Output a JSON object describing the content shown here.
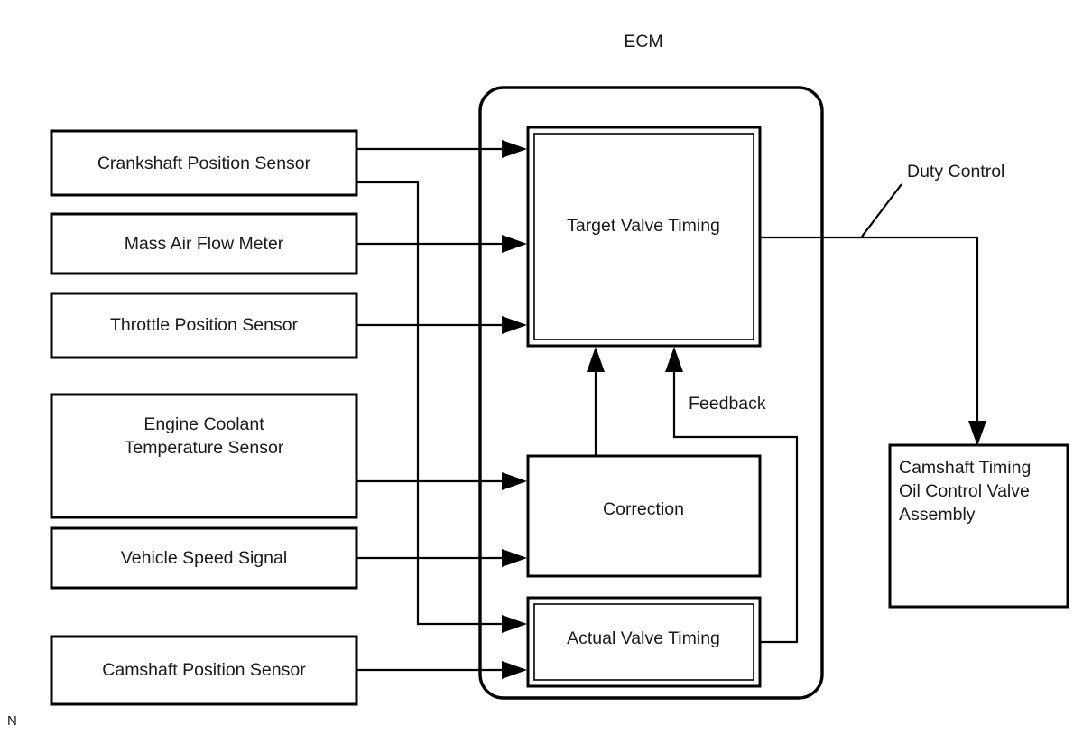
{
  "diagram": {
    "title": "ECM",
    "corner_mark": "N",
    "colors": {
      "stroke": "#000000",
      "text": "#1a1a1a",
      "background": "#ffffff"
    },
    "inputs": [
      {
        "id": "crankshaft-position-sensor",
        "label": "Crankshaft Position Sensor"
      },
      {
        "id": "mass-air-flow-meter",
        "label": "Mass Air Flow Meter"
      },
      {
        "id": "throttle-position-sensor",
        "label": "Throttle Position Sensor"
      },
      {
        "id": "engine-coolant-temperature-sensor",
        "label_line1": "Engine Coolant",
        "label_line2": "Temperature Sensor"
      },
      {
        "id": "vehicle-speed-signal",
        "label": "Vehicle Speed Signal"
      },
      {
        "id": "camshaft-position-sensor",
        "label": "Camshaft Position Sensor"
      }
    ],
    "ecm_blocks": [
      {
        "id": "target-valve-timing",
        "label": "Target Valve Timing",
        "border": "double"
      },
      {
        "id": "correction",
        "label": "Correction",
        "border": "single"
      },
      {
        "id": "actual-valve-timing",
        "label": "Actual Valve Timing",
        "border": "double"
      }
    ],
    "annotations": [
      {
        "id": "feedback",
        "label": "Feedback"
      },
      {
        "id": "duty-control",
        "label": "Duty Control"
      }
    ],
    "output": {
      "id": "camshaft-timing-oil-control-valve-assembly",
      "label_line1": "Camshaft Timing",
      "label_line2": "Oil Control Valve",
      "label_line3": "Assembly"
    }
  }
}
